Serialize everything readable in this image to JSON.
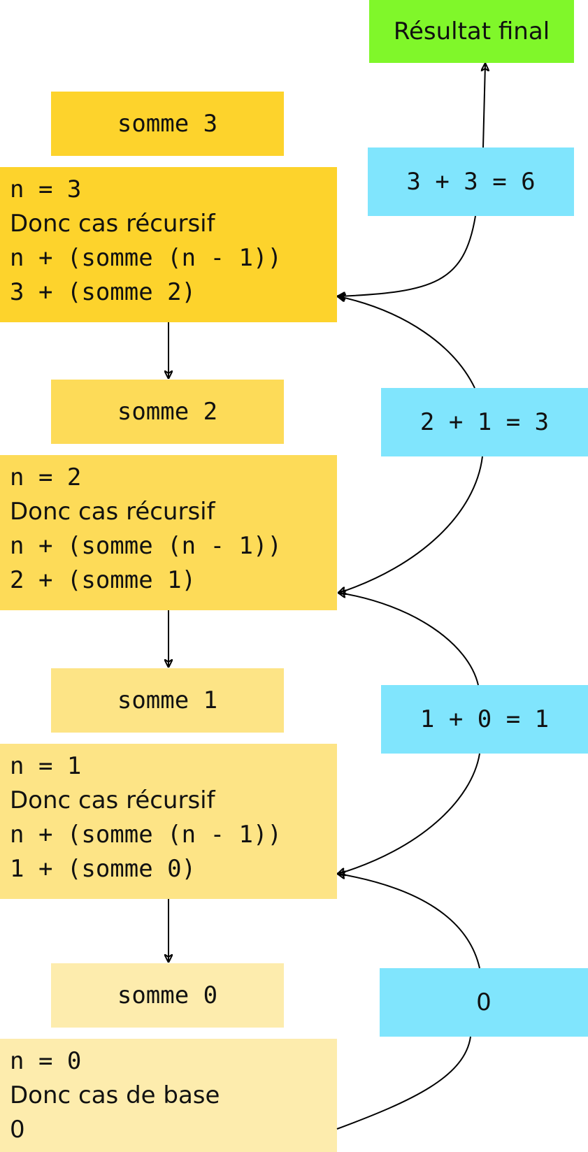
{
  "final_result": "Résultat final",
  "colors": {
    "green": "#80f72a",
    "cyan": "#80e5fd",
    "level3": "#fdd32c",
    "level2": "#fddb58",
    "level1": "#fde486",
    "level0": "#fdecad"
  },
  "levels": [
    {
      "call": "somme 3",
      "n_line": "n = 3",
      "case": "Donc cas récursif",
      "expr": "n + (somme (n - 1))",
      "subst": "3 + (somme 2)",
      "result": "3 + 3 = 6"
    },
    {
      "call": "somme 2",
      "n_line": "n = 2",
      "case": "Donc cas récursif",
      "expr": "n + (somme (n - 1))",
      "subst": "2 + (somme 1)",
      "result": "2 + 1 = 3"
    },
    {
      "call": "somme 1",
      "n_line": "n = 1",
      "case": "Donc cas récursif",
      "expr": "n + (somme (n - 1))",
      "subst": "1 + (somme 0)",
      "result": "1 + 0 = 1"
    },
    {
      "call": "somme 0",
      "n_line": "n = 0",
      "case": "Donc cas de base",
      "value": "0",
      "result": "0"
    }
  ]
}
